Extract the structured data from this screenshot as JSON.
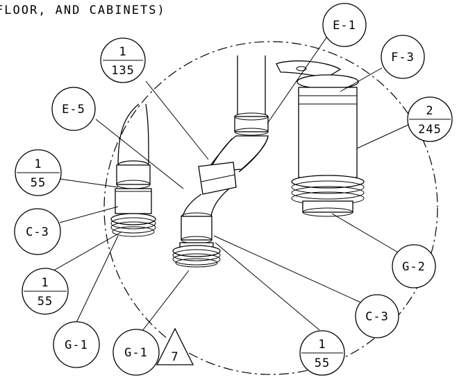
{
  "header": {
    "text": "FLOOR, AND CABINETS)"
  },
  "callouts": {
    "e1": "E-1",
    "f3": "F-3",
    "e5": "E-5",
    "c3_left": "C-3",
    "g2": "G-2",
    "c3_right": "C-3",
    "g1_left": "G-1",
    "g1_mid": "G-1"
  },
  "fractions": {
    "f1": {
      "top": "1",
      "bottom": "135"
    },
    "f2": {
      "top": "2",
      "bottom": "245"
    },
    "f3": {
      "top": "1",
      "bottom": "55"
    },
    "f4": {
      "top": "1",
      "bottom": "55"
    },
    "f5": {
      "top": "1",
      "bottom": "55"
    }
  },
  "detail_flag": "7"
}
